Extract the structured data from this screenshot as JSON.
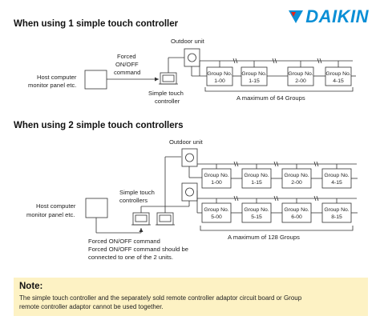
{
  "brand": {
    "name": "DAIKIN",
    "logo_color": "#0a8fd6"
  },
  "section1": {
    "title": "When using 1 simple touch controller",
    "host_label_line1": "Host computer",
    "host_label_line2": "monitor panel etc.",
    "forced_line1": "Forced",
    "forced_line2": "ON/OFF",
    "forced_line3": "command",
    "controller_line1": "Simple touch",
    "controller_line2": "controller",
    "outdoor_label": "Outdoor unit",
    "groups": [
      {
        "name": "Group No.",
        "value": "1-00"
      },
      {
        "name": "Group No.",
        "value": "1-15"
      },
      {
        "name": "Group No.",
        "value": "2-00"
      },
      {
        "name": "Group No.",
        "value": "4-15"
      }
    ],
    "max_label": "A maximum of 64 Groups"
  },
  "section2": {
    "title": "When using 2 simple touch controllers",
    "host_label_line1": "Host computer",
    "host_label_line2": "monitor panel etc.",
    "controllers_line1": "Simple touch",
    "controllers_line2": "controllers",
    "outdoor_label": "Outdoor unit",
    "groups_row1": [
      {
        "name": "Group No.",
        "value": "1-00"
      },
      {
        "name": "Group No.",
        "value": "1-15"
      },
      {
        "name": "Group No.",
        "value": "2-00"
      },
      {
        "name": "Group No.",
        "value": "4-15"
      }
    ],
    "groups_row2": [
      {
        "name": "Group No.",
        "value": "5-00"
      },
      {
        "name": "Group No.",
        "value": "5-15"
      },
      {
        "name": "Group No.",
        "value": "6-00"
      },
      {
        "name": "Group No.",
        "value": "8-15"
      }
    ],
    "max_label": "A maximum of 128 Groups",
    "forced_line1": "Forced ON/OFF command",
    "forced_line2": "Forced ON/OFF command should be",
    "forced_line3": "connected to one of the 2 units."
  },
  "note": {
    "title": "Note:",
    "line1": "The simple touch controller and the separately sold remote controller adaptor circuit board or Group",
    "line2": "remote controller adaptor cannot be used together."
  }
}
